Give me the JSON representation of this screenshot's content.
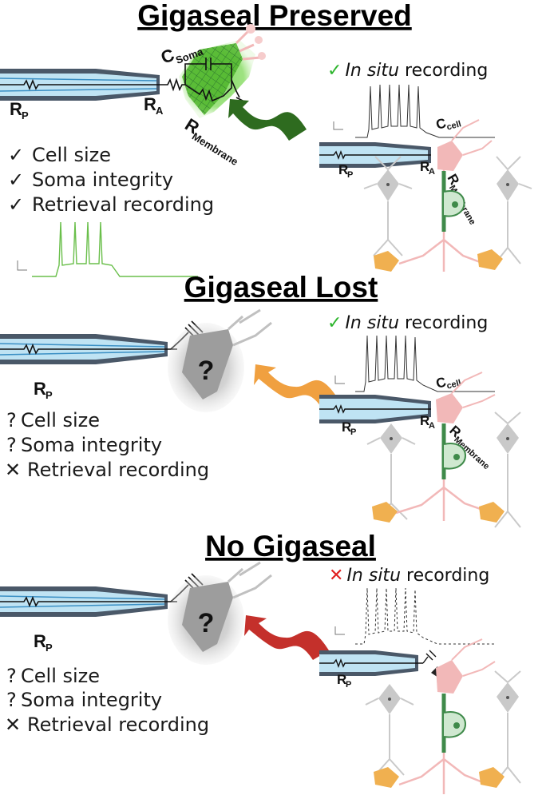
{
  "panels": [
    {
      "title": "Gigaseal Preserved",
      "in_situ": {
        "mark": "✓",
        "mark_color": "#2db52d",
        "italic": "In situ",
        "rest": " recording"
      },
      "left_labels": {
        "rp": "R",
        "rp_sub": "P",
        "ra": "R",
        "ra_sub": "A",
        "rm": "R",
        "rm_sub": "Membrane",
        "c": "C",
        "c_sub": "Soma"
      },
      "right_labels": {
        "rp": "R",
        "rp_sub": "P",
        "ra": "R",
        "ra_sub": "A",
        "rm": "R",
        "rm_sub": "Membrane",
        "c": "C",
        "c_sub": "cell"
      },
      "items": [
        {
          "mark": "✓",
          "color": "#2db52d",
          "text": "Cell size"
        },
        {
          "mark": "✓",
          "color": "#2db52d",
          "text": "Soma integrity"
        },
        {
          "mark": "✓",
          "color": "#2db52d",
          "text": "Retrieval recording"
        }
      ],
      "arrow_color": "#2e6b1f",
      "question": ""
    },
    {
      "title": "Gigaseal Lost",
      "in_situ": {
        "mark": "✓",
        "mark_color": "#2db52d",
        "italic": "In situ",
        "rest": " recording"
      },
      "left_labels": {
        "rp": "R",
        "rp_sub": "P"
      },
      "right_labels": {
        "rp": "R",
        "rp_sub": "P",
        "ra": "R",
        "ra_sub": "A",
        "rm": "R",
        "rm_sub": "Membrane",
        "c": "C",
        "c_sub": "cell"
      },
      "items": [
        {
          "mark": "?",
          "color": "#e8912e",
          "text": "Cell size"
        },
        {
          "mark": "?",
          "color": "#e8912e",
          "text": "Soma integrity"
        },
        {
          "mark": "✕",
          "color": "#e02020",
          "text": "Retrieval recording"
        }
      ],
      "arrow_color": "#f0a040",
      "question": "?"
    },
    {
      "title": "No Gigaseal",
      "in_situ": {
        "mark": "✕",
        "mark_color": "#e02020",
        "italic": "In situ",
        "rest": " recording"
      },
      "left_labels": {
        "rp": "R",
        "rp_sub": "P"
      },
      "right_labels": {
        "rp": "R",
        "rp_sub": "P"
      },
      "items": [
        {
          "mark": "?",
          "color": "#e8912e",
          "text": "Cell size"
        },
        {
          "mark": "?",
          "color": "#e8912e",
          "text": "Soma integrity"
        },
        {
          "mark": "✕",
          "color": "#e02020",
          "text": "Retrieval recording"
        }
      ],
      "arrow_color": "#c4302b",
      "question": "?"
    }
  ],
  "colors": {
    "pipette_outer": "#4a5868",
    "pipette_inner": "#bfe3f3",
    "pipette_line": "#3a8fc4",
    "neuron_grey": "#c9c9c9",
    "neuron_pink": "#f2b8b8",
    "astro_orange": "#f0b050",
    "green_trace": "#6abf4b",
    "axon_green": "#3f8a4a"
  }
}
